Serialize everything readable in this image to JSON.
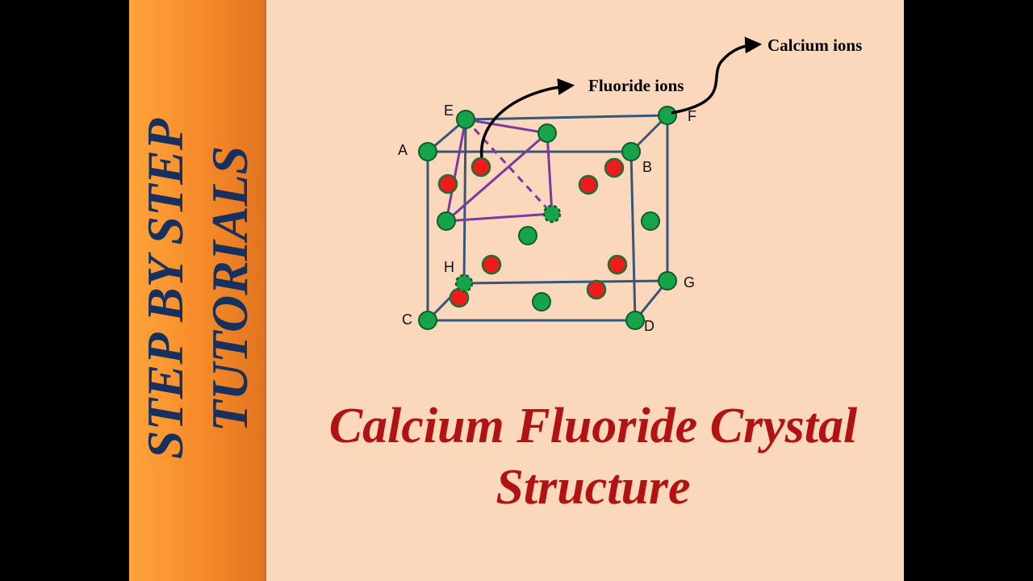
{
  "banner": {
    "line1": "STEP BY STEP",
    "line2": "TUTORIALS"
  },
  "title": {
    "line1": "Calcium Fluoride Crystal",
    "line2": "Structure"
  },
  "diagram": {
    "vertex_labels": [
      "E",
      "F",
      "A",
      "B",
      "H",
      "G",
      "C",
      "D"
    ],
    "annotations": {
      "calcium": "Calcium ions",
      "fluoride": "Fluoride ions"
    }
  },
  "colors": {
    "background": "#fbd7bb",
    "banner_start": "#ffa43a",
    "banner_end": "#e07420",
    "banner_text": "#17305e",
    "title": "#b11212",
    "cube_edges": "#35577a",
    "tetrahedron": "#7a3aa0",
    "calcium_ion": "#16a34a",
    "fluoride_ion": "#ef1a1a"
  }
}
